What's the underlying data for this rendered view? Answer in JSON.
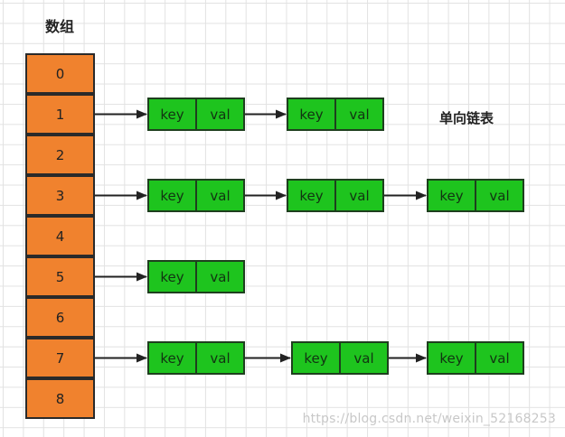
{
  "title": "数组",
  "list_label": "单向链表",
  "array": [
    "0",
    "1",
    "2",
    "3",
    "4",
    "5",
    "6",
    "7",
    "8"
  ],
  "node_key_label": "key",
  "node_val_label": "val",
  "watermark": "https://blog.csdn.net/weixin_52168253"
}
